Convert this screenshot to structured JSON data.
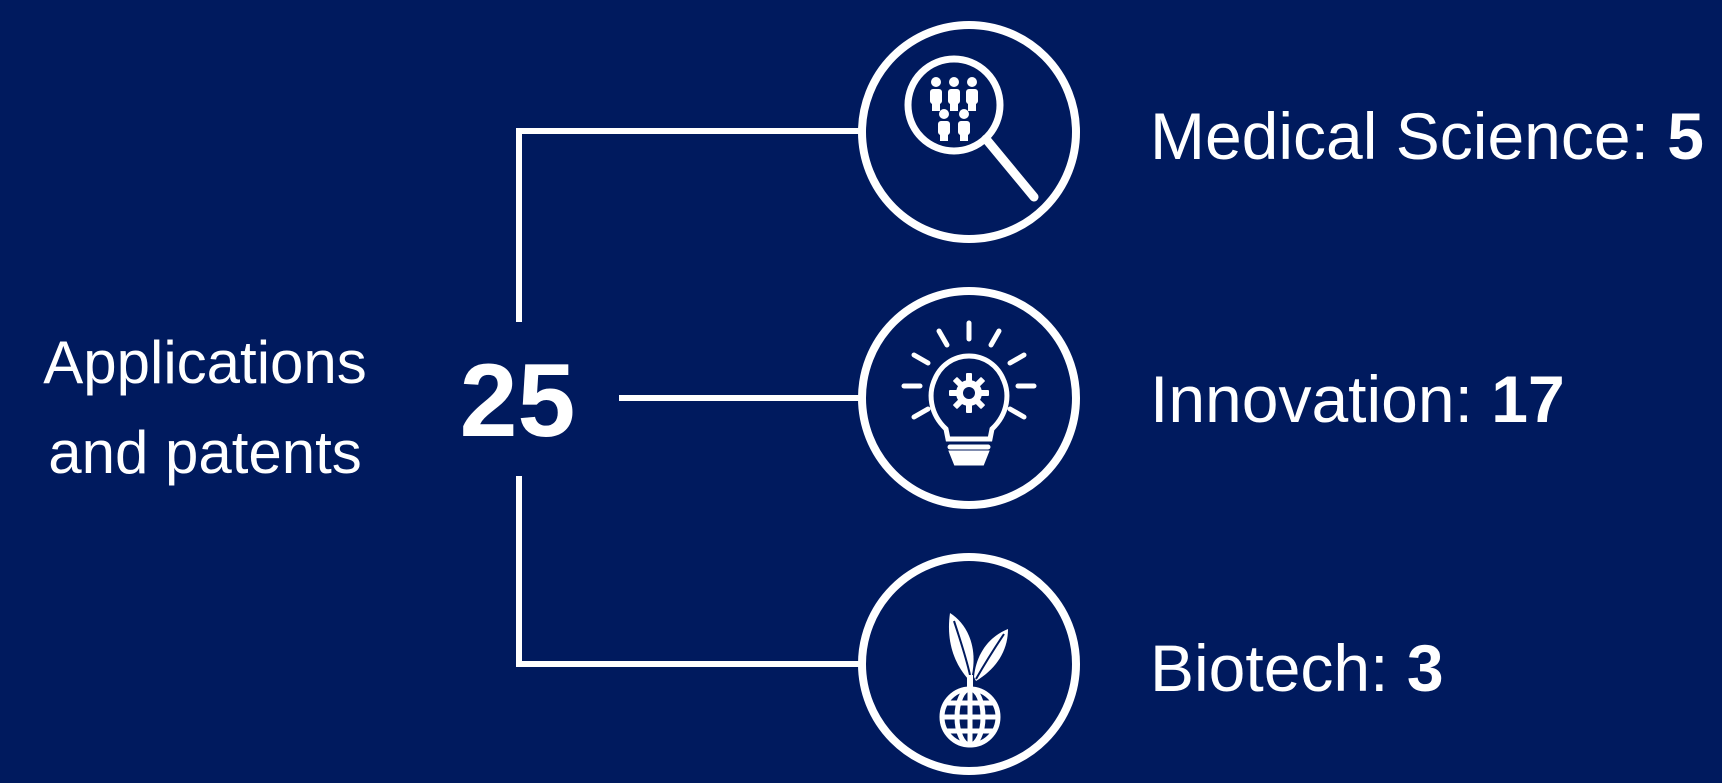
{
  "summary": {
    "label_line1": "Applications",
    "label_line2": "and patents",
    "total": "25"
  },
  "categories": [
    {
      "label": "Medical Science: ",
      "count": "5",
      "icon": "people-magnifier-icon"
    },
    {
      "label": "Innovation: ",
      "count": "17",
      "icon": "lightbulb-gear-icon"
    },
    {
      "label": "Biotech: ",
      "count": "3",
      "icon": "globe-sprout-icon"
    }
  ],
  "colors": {
    "background": "#001a5e",
    "foreground": "#ffffff"
  }
}
